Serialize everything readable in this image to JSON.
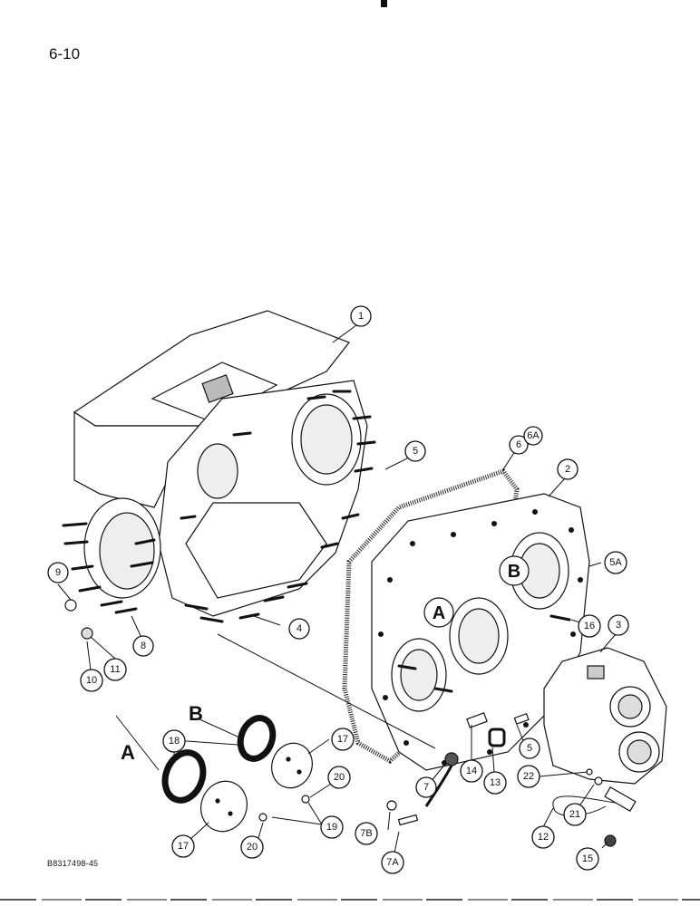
{
  "page_number": "6-10",
  "figure_id": "B8317498-45",
  "view_labels": {
    "a": "A",
    "b": "B"
  },
  "callouts": [
    {
      "id": "c1",
      "label": "1"
    },
    {
      "id": "c2",
      "label": "2"
    },
    {
      "id": "c3",
      "label": "3"
    },
    {
      "id": "c4",
      "label": "4"
    },
    {
      "id": "c5a",
      "label": "5"
    },
    {
      "id": "c5b",
      "label": "5"
    },
    {
      "id": "c5A",
      "label": "5A"
    },
    {
      "id": "c6",
      "label": "6"
    },
    {
      "id": "c6A",
      "label": "6A"
    },
    {
      "id": "c7",
      "label": "7"
    },
    {
      "id": "c7A",
      "label": "7A"
    },
    {
      "id": "c7B",
      "label": "7B"
    },
    {
      "id": "c8",
      "label": "8"
    },
    {
      "id": "c9",
      "label": "9"
    },
    {
      "id": "c10",
      "label": "10"
    },
    {
      "id": "c11",
      "label": "11"
    },
    {
      "id": "c12",
      "label": "12"
    },
    {
      "id": "c13",
      "label": "13"
    },
    {
      "id": "c14",
      "label": "14"
    },
    {
      "id": "c15",
      "label": "15"
    },
    {
      "id": "c16",
      "label": "16"
    },
    {
      "id": "c17a",
      "label": "17"
    },
    {
      "id": "c17b",
      "label": "17"
    },
    {
      "id": "c18",
      "label": "18"
    },
    {
      "id": "c19",
      "label": "19"
    },
    {
      "id": "c20a",
      "label": "20"
    },
    {
      "id": "c20b",
      "label": "20"
    },
    {
      "id": "c21",
      "label": "21"
    },
    {
      "id": "c22",
      "label": "22"
    }
  ]
}
